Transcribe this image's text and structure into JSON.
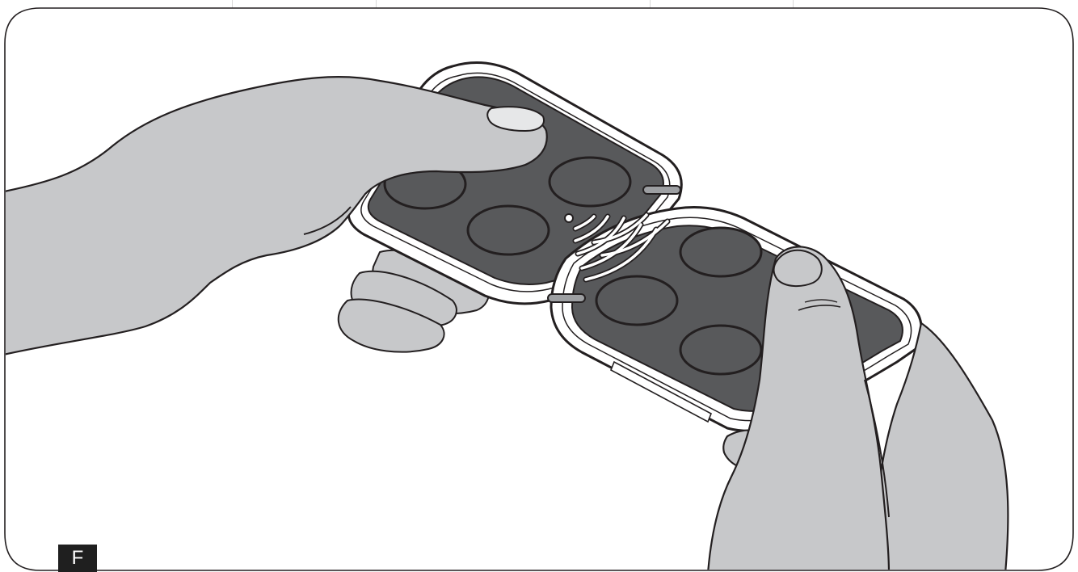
{
  "panel_label": "F",
  "colors": {
    "hand": "#c7c8ca",
    "outline": "#231f20",
    "remote_face": "#58595b",
    "remote_body": "#ffffff",
    "label_background": "#1f1f1f",
    "label_text": "#ffffff"
  },
  "elements": {
    "left_hand": "hand-holding-remote",
    "right_hand": "hand-pressing-button",
    "left_remote": "four-button-remote",
    "right_remote": "four-button-remote",
    "signal": "radio-wave-icon"
  }
}
